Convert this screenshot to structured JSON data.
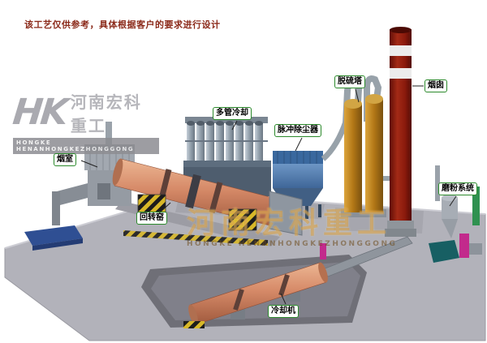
{
  "disclaimer": "该工艺仅供参考，具体根据客户的要求进行设计",
  "watermark_logo": {
    "monogram": "HK",
    "brand_cn": "河南宏科重工",
    "brand_en": "HONGKE HENANHONGKEZHONGGONG"
  },
  "watermark_center": {
    "brand_cn": "河南宏科重工",
    "brand_en": "HONGKE HENANHONGKEZHONGGONG"
  },
  "labels": {
    "smoke_chamber": "烟室",
    "rotary_kiln": "回转窑",
    "multi_tube_cooler": "多管冷却",
    "pulse_dust_collector": "脉冲除尘器",
    "desulfurization_tower": "脱硫塔",
    "chimney": "烟囱",
    "grinding_system": "磨粉系统",
    "cooling_machine": "冷却机"
  },
  "colors": {
    "label_border_green": "#2c8a2c",
    "disclaimer_red": "#8b2a1a",
    "kiln_salmon": "#d68a68",
    "platform_gray": "#b2b2ba",
    "dust_collector_blue": "#5585bb",
    "tower_orange": "#b27716",
    "chimney_red": "#8a1a0c",
    "grinder_green": "#2f9150",
    "grinder_magenta": "#c22a8c",
    "conveyor_blue": "#2f4f93"
  }
}
